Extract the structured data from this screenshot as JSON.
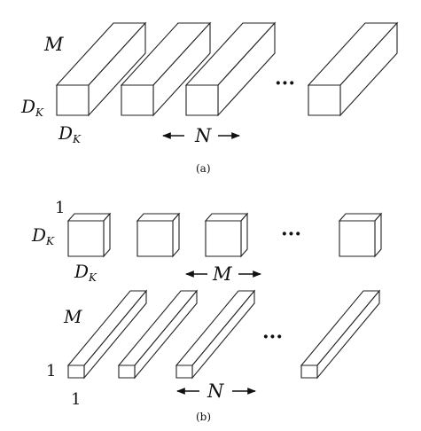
{
  "panel_a": {
    "caption": "(a)",
    "depth_label": "M",
    "height_label": "D",
    "height_sub": "K",
    "width_label": "D",
    "width_sub": "K",
    "count_label": "N",
    "ellipsis": "···"
  },
  "panel_b": {
    "caption": "(b)",
    "top_depth_label": "1",
    "top_height_label": "D",
    "top_height_sub": "K",
    "top_width_label": "D",
    "top_width_sub": "K",
    "top_count_label": "M",
    "bottom_depth_label": "M",
    "bottom_height_label": "1",
    "bottom_width_label": "1",
    "bottom_count_label": "N",
    "ellipsis_top": "···",
    "ellipsis_bottom": "···"
  }
}
